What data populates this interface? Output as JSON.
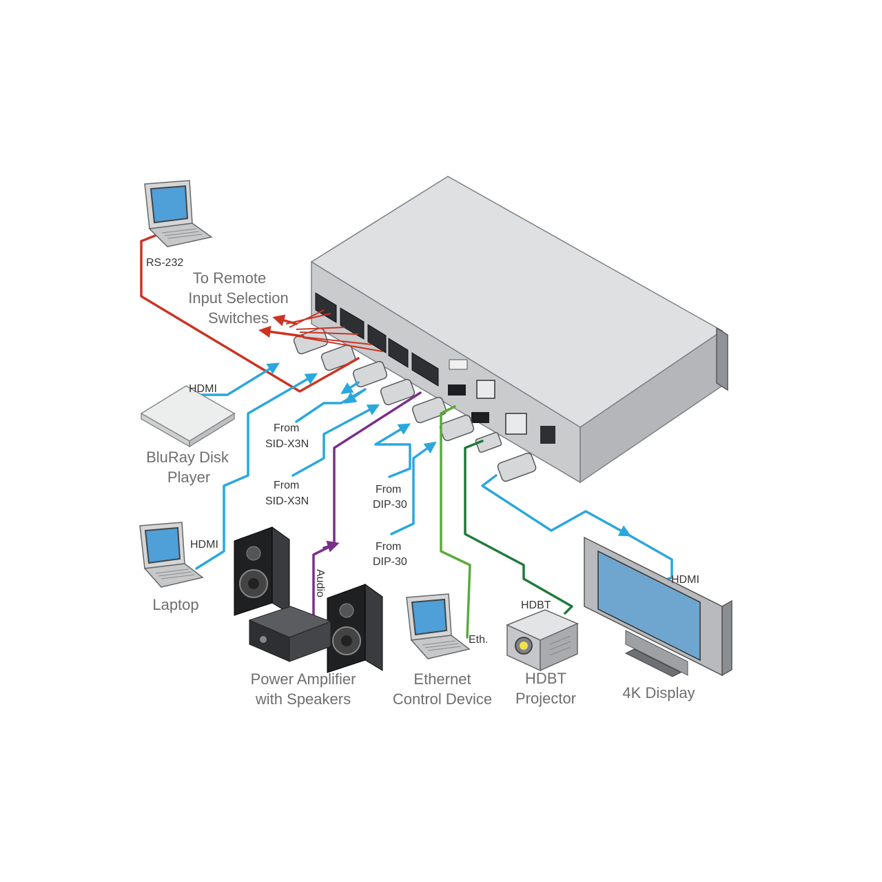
{
  "colors": {
    "hdmi": "#2aa7dc",
    "rs232": "#cc3322",
    "audio": "#7a2f8a",
    "ethernet": "#5aab3c",
    "hdbt": "#1f7a3a"
  },
  "labels": {
    "rs232": "RS-232",
    "remote_line1": "To Remote",
    "remote_line2": "Input Selection",
    "remote_line3": "Switches",
    "hdmi_bluray": "HDMI",
    "bluray_line1": "BluRay Disk",
    "bluray_line2": "Player",
    "hdmi_laptop": "HDMI",
    "laptop": "Laptop",
    "from1_line1": "From",
    "from1_line2": "SID-X3N",
    "from2_line1": "From",
    "from2_line2": "SID-X3N",
    "from3_line1": "From",
    "from3_line2": "DIP-30",
    "from4_line1": "From",
    "from4_line2": "DIP-30",
    "audio": "Audio",
    "amp_line1": "Power Amplifier",
    "amp_line2": "with Speakers",
    "eth": "Eth.",
    "eth_dev_line1": "Ethernet",
    "eth_dev_line2": "Control Device",
    "hdbt": "HDBT",
    "proj_line1": "HDBT",
    "proj_line2": "Projector",
    "hdmi_display": "HDMI",
    "display": "4K Display"
  },
  "icons": [
    "laptop-icon",
    "bluray-player-icon",
    "speaker-icon",
    "amplifier-icon",
    "projector-icon",
    "display-icon",
    "switcher-device-icon"
  ]
}
